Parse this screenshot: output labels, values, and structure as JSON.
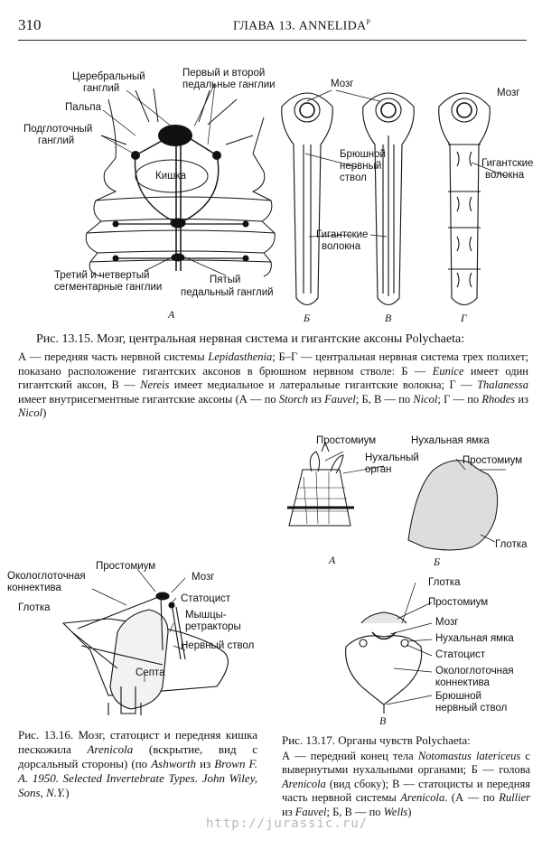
{
  "header": {
    "page_number": "310",
    "chapter_title": "ГЛАВА 13. ANNELIDA",
    "chapter_superscript": "P"
  },
  "fig1315": {
    "labels": {
      "cerebral_ganglion": [
        "Церебральный",
        "ганглий"
      ],
      "pedal_ganglia_1_2": [
        "Первый и второй",
        "педальные ганглии"
      ],
      "palp": "Пальпа",
      "subpharyngeal": [
        "Подглоточный",
        "ганглий"
      ],
      "gut": "Кишка",
      "segmental_3_4": [
        "Третий и четвертый",
        "сегментарные ганглии"
      ],
      "pedal_5": [
        "Пятый",
        "педальный ганглий"
      ],
      "brain_b": "Мозг",
      "ventral_cord": [
        "Брюшной",
        "нервный",
        "ствол"
      ],
      "giant_fibers_b": [
        "Гигантские",
        "волокна"
      ],
      "brain_g": "Мозг",
      "giant_fibers_g": [
        "Гигантские",
        "волокна"
      ]
    },
    "panel_letters": [
      "А",
      "Б",
      "В",
      "Г"
    ],
    "caption_title": "Рис. 13.15. Мозг, центральная нервная система и гигантские аксоны Polychaeta:",
    "caption_parts": [
      "А — передняя часть нервной системы ",
      "Lepidasthenia",
      "; Б–Г — центральная нервная система трех полихет; показано расположение гигантских аксонов в брюшном нервном стволе: Б — ",
      "Eunice",
      " имеет один гигантский аксон, В — ",
      "Nereis",
      " имеет медиальное и латеральные гигантские волокна; Г — ",
      "Thalanessa",
      " имеет внутрисегментные гигантские аксоны (А — по ",
      "Storch",
      " из ",
      "Fauvel",
      "; Б, В — по ",
      "Nicol",
      "; Г — по ",
      "Rhodes",
      " из ",
      "Nicol",
      ")"
    ]
  },
  "fig1316": {
    "labels": {
      "prostomium": "Простомиум",
      "connective": [
        "Окологлоточная",
        "коннектива"
      ],
      "brain": "Мозг",
      "statocyst": "Статоцист",
      "retractors": [
        "Мышцы-",
        "ретракторы"
      ],
      "pharynx": "Глотка",
      "nerve_cord": "Нервный ствол",
      "septum": "Септа"
    },
    "caption_parts": [
      "Рис. 13.16. Мозг, статоцист и передняя кишка пескожила ",
      "Arenicola",
      " (вскрытие, вид с дорсальный стороны) (по ",
      "Ashworth",
      " из ",
      "Brown F. A. 1950. Selected Invertebrate Types. John Wiley, Sons, N.Y.",
      ")"
    ]
  },
  "fig1317": {
    "labels": {
      "a_prostomium": "Простомиум",
      "a_nuchal_organ": [
        "Нухальный",
        "орган"
      ],
      "b_nuchal_pit": "Нухальная ямка",
      "b_prostomium": "Простомиум",
      "b_pharynx": "Глотка",
      "v_pharynx": "Глотка",
      "v_prostomium": "Простомиум",
      "v_brain": "Мозг",
      "v_nuchal_pit": "Нухальная ямка",
      "v_statocyst": "Статоцист",
      "v_connective": [
        "Окологлоточная",
        "коннектива"
      ],
      "v_ventral_cord": [
        "Брюшной",
        "нервный ствол"
      ]
    },
    "panel_letters": [
      "А",
      "Б",
      "В"
    ],
    "caption_title": "Рис. 13.17. Органы чувств Polychaeta:",
    "caption_parts": [
      "А — передний конец тела ",
      "Notomastus latericeus",
      " с вывернутыми нухальными органами; Б — голова ",
      "Arenicola",
      " (вид сбоку); В — статоцисты и передняя часть нервной системы ",
      "Arenicola",
      ". (А — по ",
      "Rullier",
      " из ",
      "Fauvel",
      "; Б, В — по ",
      "Wells",
      ")"
    ]
  },
  "watermark": "http://jurassic.ru/"
}
